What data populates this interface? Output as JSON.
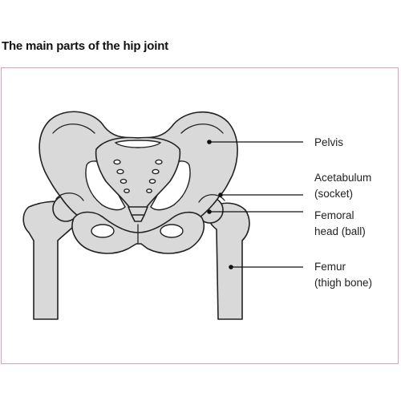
{
  "title": "The main parts of the hip joint",
  "labels": {
    "pelvis": "Pelvis",
    "acetabulum_1": "Acetabulum",
    "acetabulum_2": "(socket)",
    "femoral_head_1": "Femoral",
    "femoral_head_2": "head (ball)",
    "femur_1": "Femur",
    "femur_2": "(thigh bone)"
  },
  "colors": {
    "frame_border": "#e49bbd",
    "bone_fill": "#d9d9d9",
    "outline": "#222222"
  }
}
